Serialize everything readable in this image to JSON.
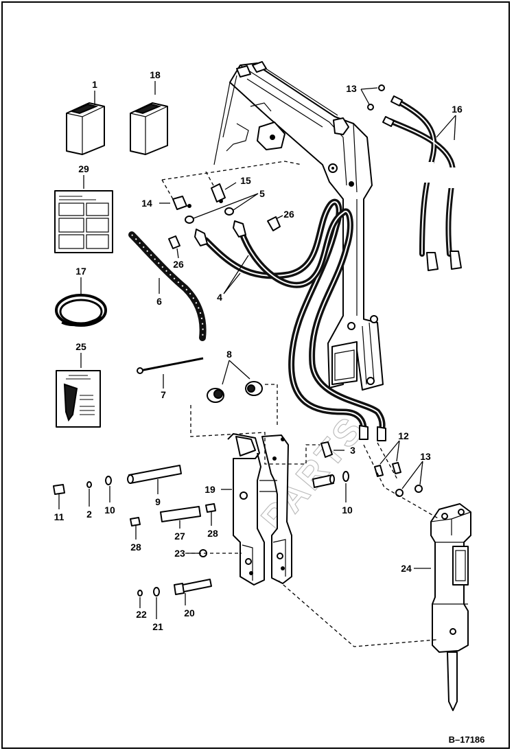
{
  "callouts": [
    {
      "id": "c1",
      "text": "1"
    },
    {
      "id": "c18",
      "text": "18"
    },
    {
      "id": "c29",
      "text": "29"
    },
    {
      "id": "c17",
      "text": "17"
    },
    {
      "id": "c25",
      "text": "25"
    },
    {
      "id": "c14",
      "text": "14"
    },
    {
      "id": "c15",
      "text": "15"
    },
    {
      "id": "c5",
      "text": "5"
    },
    {
      "id": "c26a",
      "text": "26"
    },
    {
      "id": "c26b",
      "text": "26"
    },
    {
      "id": "c6",
      "text": "6"
    },
    {
      "id": "c4",
      "text": "4"
    },
    {
      "id": "c13a",
      "text": "13"
    },
    {
      "id": "c16",
      "text": "16"
    },
    {
      "id": "c7",
      "text": "7"
    },
    {
      "id": "c8",
      "text": "8"
    },
    {
      "id": "c3",
      "text": "3"
    },
    {
      "id": "c12",
      "text": "12"
    },
    {
      "id": "c13b",
      "text": "13"
    },
    {
      "id": "c11",
      "text": "11"
    },
    {
      "id": "c2",
      "text": "2"
    },
    {
      "id": "c10a",
      "text": "10"
    },
    {
      "id": "c9",
      "text": "9"
    },
    {
      "id": "c19",
      "text": "19"
    },
    {
      "id": "c10b",
      "text": "10"
    },
    {
      "id": "c28a",
      "text": "28"
    },
    {
      "id": "c27",
      "text": "27"
    },
    {
      "id": "c28b",
      "text": "28"
    },
    {
      "id": "c23",
      "text": "23"
    },
    {
      "id": "c24",
      "text": "24"
    },
    {
      "id": "c22",
      "text": "22"
    },
    {
      "id": "c21",
      "text": "21"
    },
    {
      "id": "c20",
      "text": "20"
    }
  ],
  "figure_ref": "B–17186",
  "watermark": "PARTS"
}
